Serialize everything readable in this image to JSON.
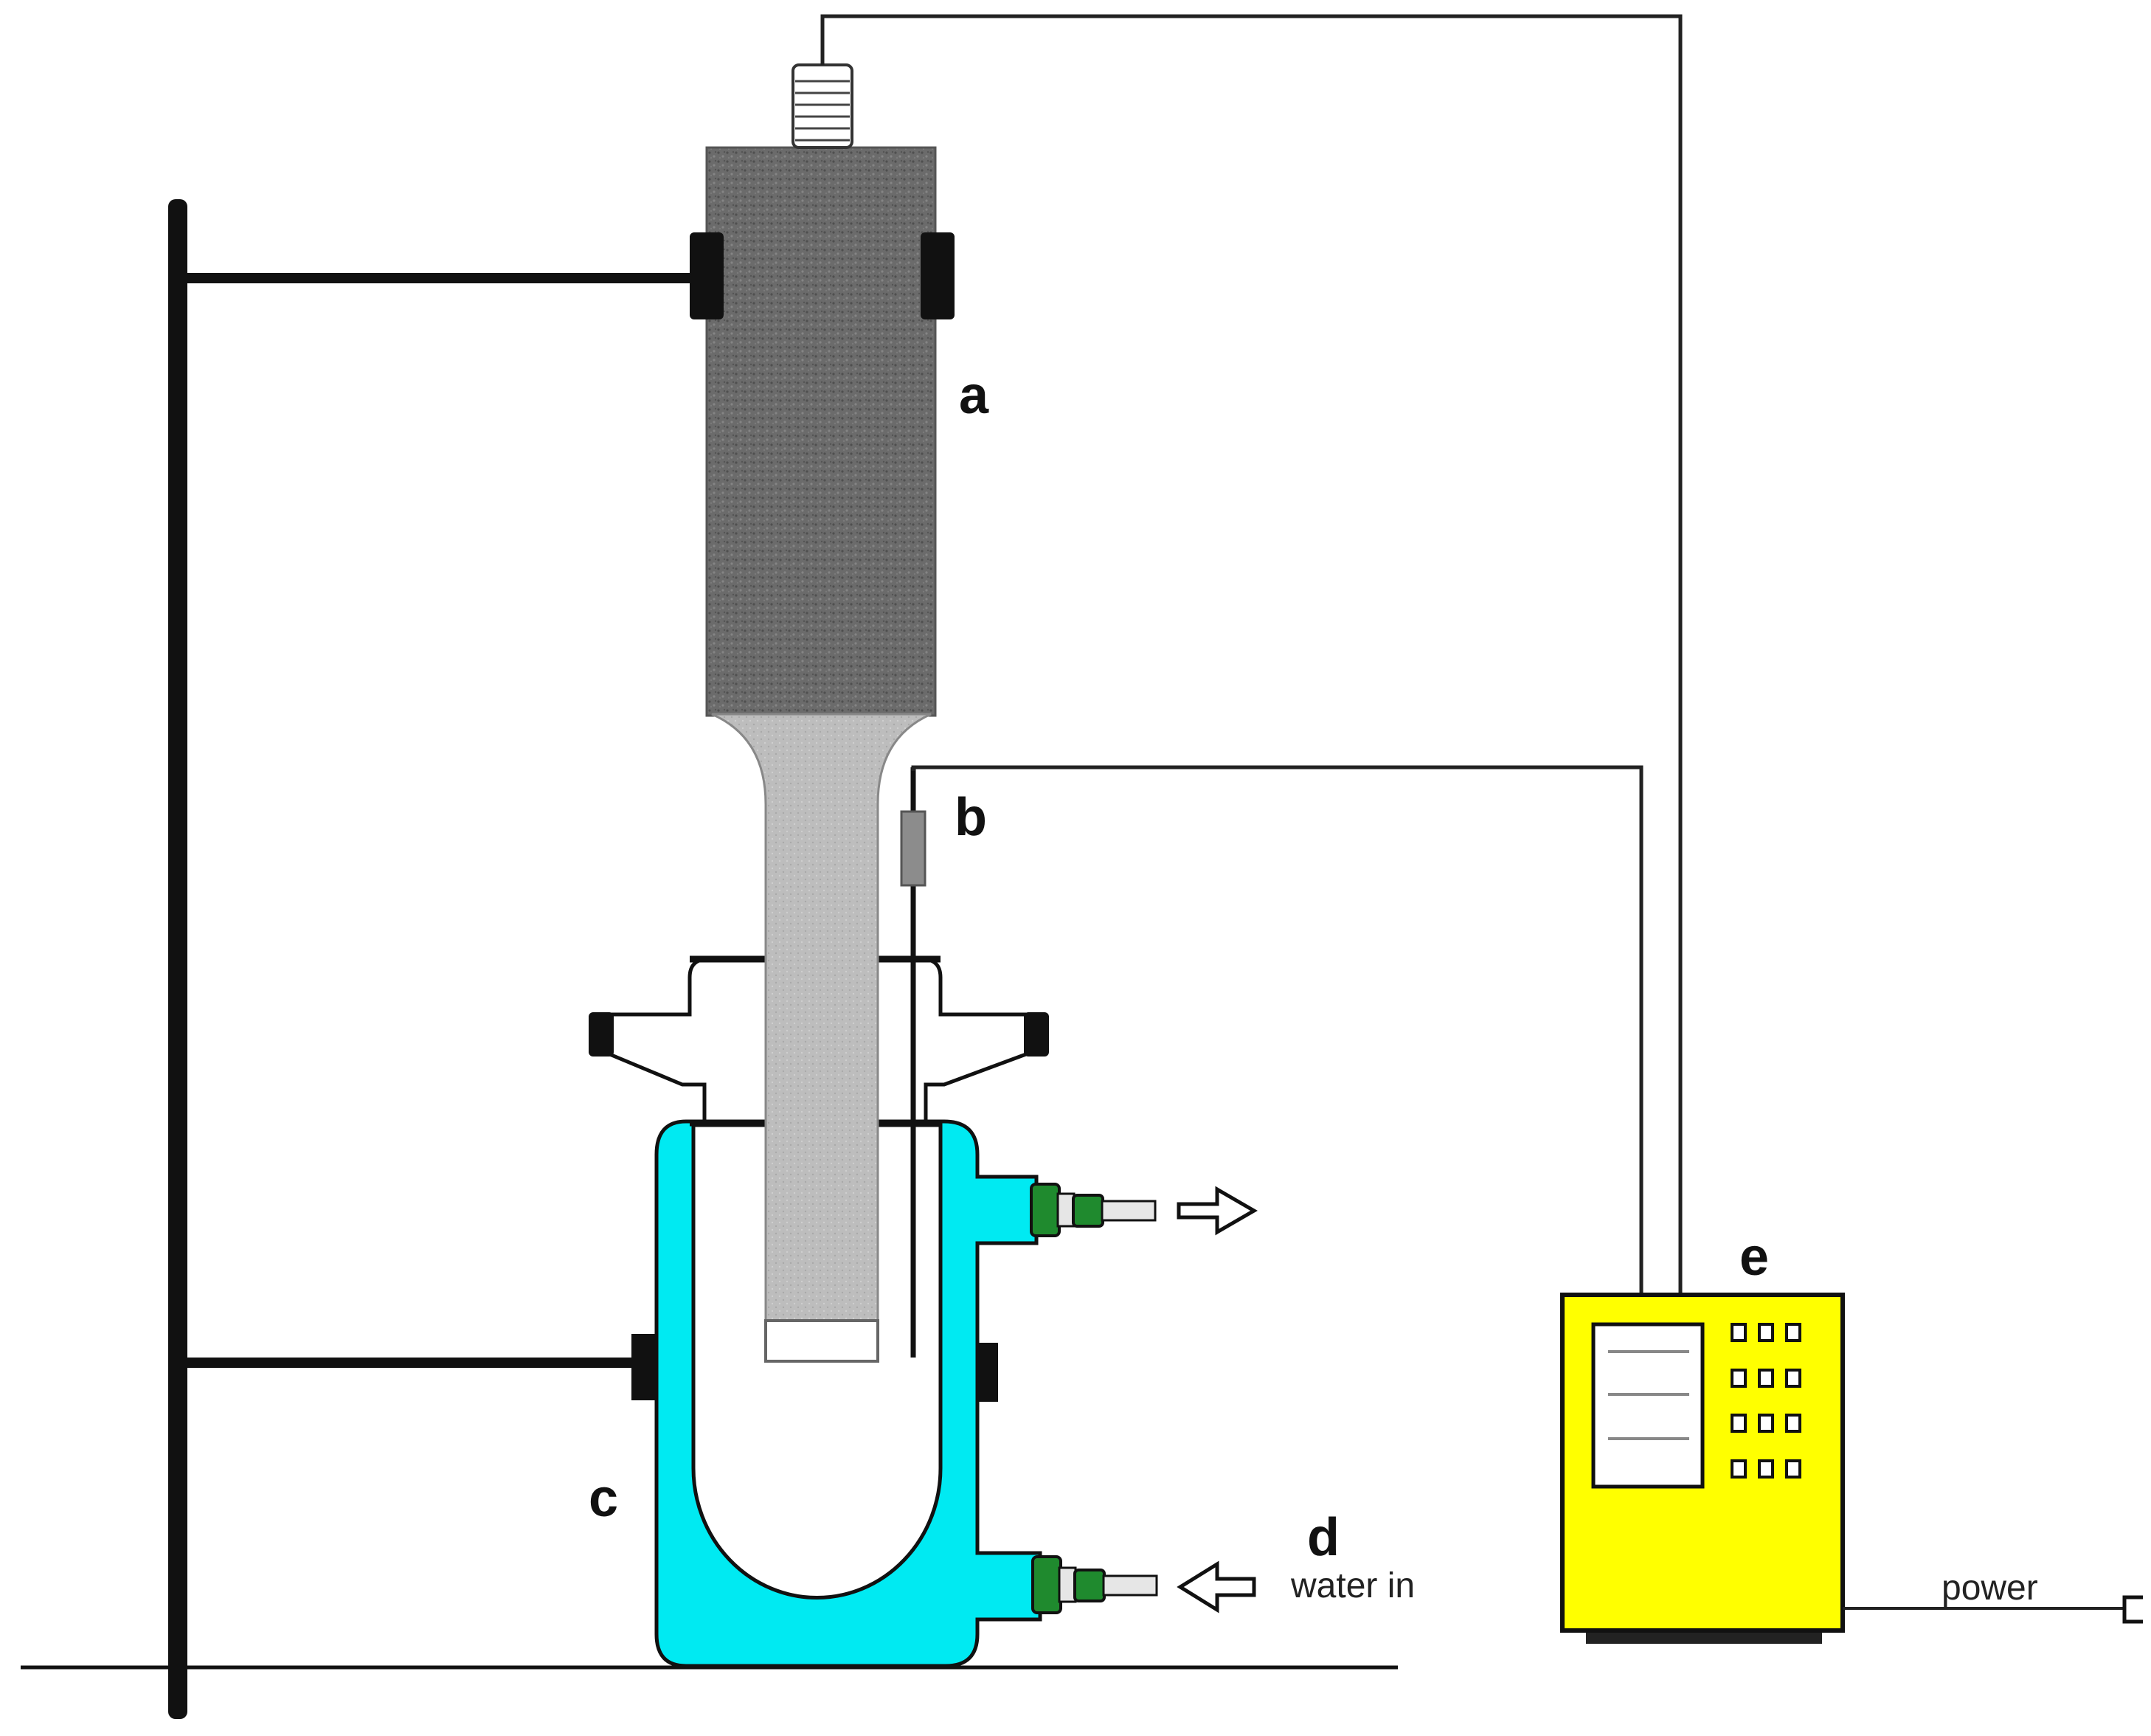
{
  "labels": {
    "a": "a",
    "b": "b",
    "c": "c",
    "d": "d",
    "e": "e",
    "water_in": "water in",
    "power": "power"
  },
  "colors": {
    "horn_body": "#6b6b6b",
    "horn_tip": "#bdbdbd",
    "water_jacket": "#00eaf2",
    "fitting": "#1f8a2e",
    "controller": "#ffff00",
    "outline": "#111111"
  },
  "icons": {
    "outlet_arrow": "arrow-right-outline",
    "inlet_arrow": "arrow-left-outline"
  }
}
